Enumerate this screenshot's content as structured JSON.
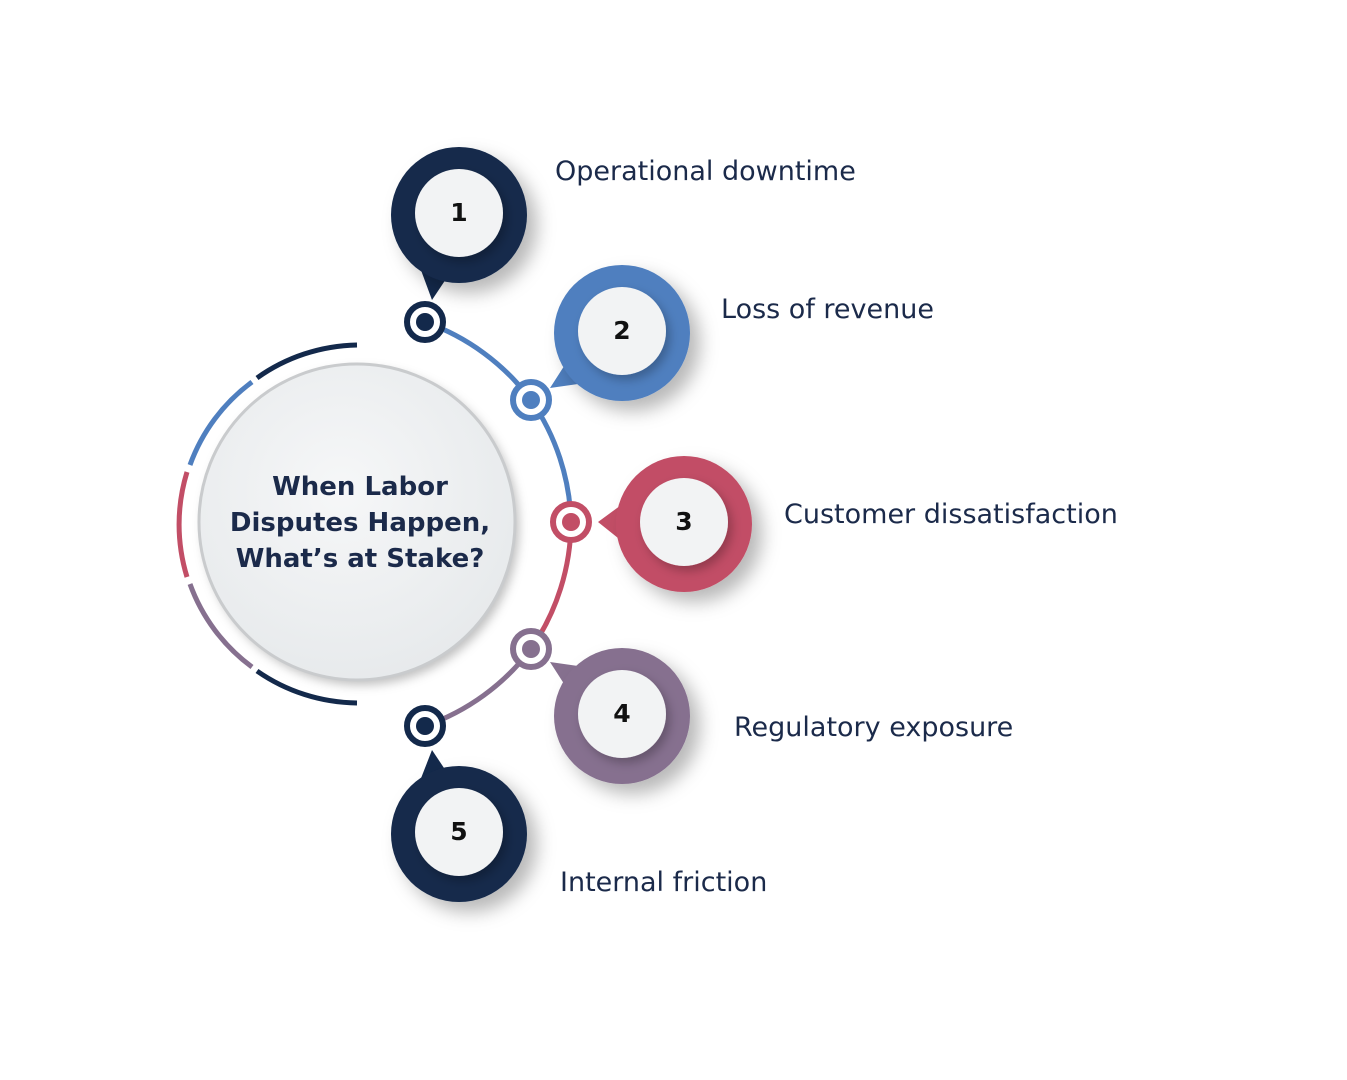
{
  "center": {
    "title_lines": [
      "When Labor",
      "Disputes Happen,",
      "What’s at Stake?"
    ]
  },
  "items": [
    {
      "number": "1",
      "label": "Operational downtime",
      "color": "#13294b"
    },
    {
      "number": "2",
      "label": "Loss of revenue",
      "color": "#4f7fbf"
    },
    {
      "number": "3",
      "label": "Customer dissatisfaction",
      "color": "#c24e66"
    },
    {
      "number": "4",
      "label": "Regulatory exposure",
      "color": "#86708f"
    },
    {
      "number": "5",
      "label": "Internal friction",
      "color": "#13294b"
    }
  ],
  "colors": {
    "text": "#1b2a4a",
    "center_fill": "#eef1f3",
    "center_ring": "#c9cbcd"
  }
}
